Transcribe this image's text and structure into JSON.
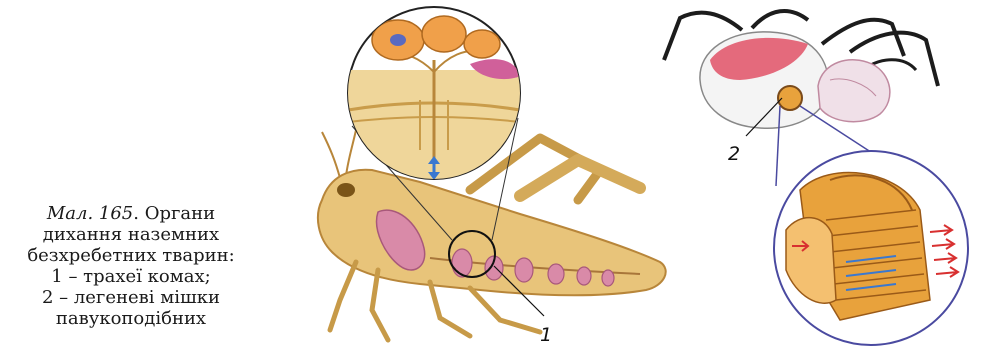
{
  "caption": {
    "figure_ref": "Мал. 165",
    "title_rest": ". Органи",
    "lines": [
      "дихання наземних",
      "безхребетних тварин:",
      "1 – трахеї комах;",
      "2 – легеневі мішки",
      "павукоподібних"
    ]
  },
  "callouts": {
    "insect_label": "1",
    "spider_label": "2"
  },
  "colors": {
    "insect_body": "#e8c47a",
    "insect_outline": "#b8863a",
    "trachea_pink": "#d98aa8",
    "spider_abdomen": "#e46a7c",
    "spider_black": "#1c1c1c",
    "circle_outline": "#4a4aa0",
    "lung_orange": "#e8a23c",
    "arrow_red": "#d83030",
    "arrow_blue": "#3a78d0"
  }
}
